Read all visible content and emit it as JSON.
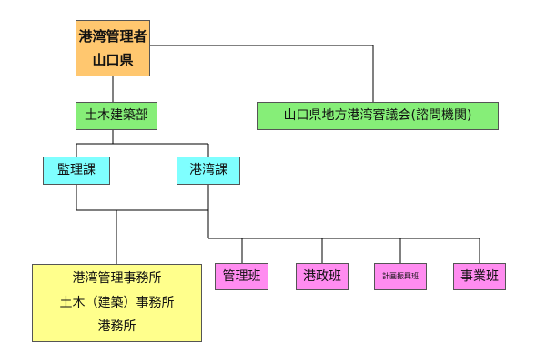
{
  "org": {
    "admin": {
      "line1": "港湾管理者",
      "line2": "山口県"
    },
    "civil_dept": "土木建築部",
    "council": "山口県地方港湾審議会(諮問機関)",
    "audit_section": "監理課",
    "port_section": "港湾課",
    "offices": [
      "港湾管理事務所",
      "土木（建築）事務所",
      "港務所"
    ],
    "teams": [
      "管理班",
      "港政班",
      "計画振興班",
      "事業班"
    ]
  },
  "colors": {
    "admin": "#ffc76f",
    "dept": "#86ee78",
    "section": "#7fffff",
    "offices": "#ffff8c",
    "team": "#ff8cf0",
    "line": "#000000"
  }
}
